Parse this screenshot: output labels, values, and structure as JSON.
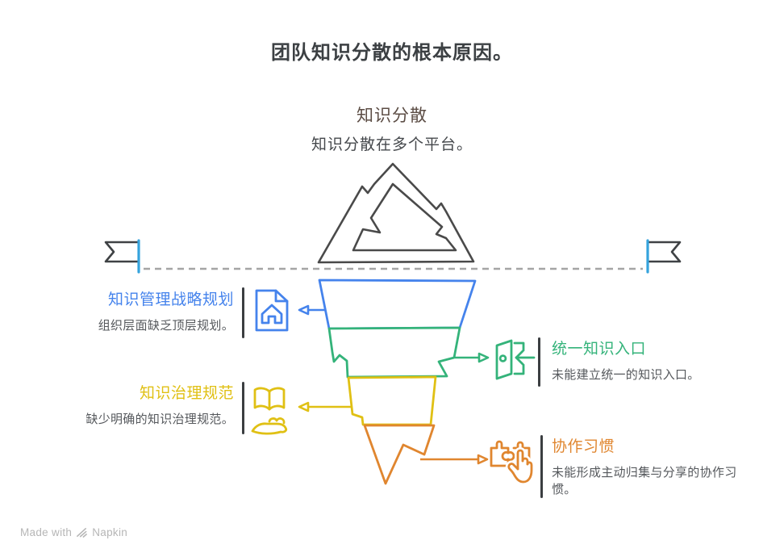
{
  "title": "团队知识分散的根本原因。",
  "summit": {
    "heading": "知识分散",
    "subheading": "知识分散在多个平台。",
    "icon": "mountain-icon"
  },
  "causes": [
    {
      "title": "知识管理战略规划",
      "description": "组织层面缺乏顶层规划。",
      "side": "left",
      "color": "#4583ec",
      "icon": "document-home-icon"
    },
    {
      "title": "统一知识入口",
      "description": "未能建立统一的知识入口。",
      "side": "right",
      "color": "#34b37a",
      "icon": "door-entry-icon"
    },
    {
      "title": "知识治理规范",
      "description": "缺少明确的知识治理规范。",
      "side": "left",
      "color": "#e0c014",
      "icon": "book-hand-icon"
    },
    {
      "title": "协作习惯",
      "description": "未能形成主动归集与分享的协作习惯。",
      "side": "right",
      "color": "#e0862f",
      "icon": "puzzle-hand-icon"
    }
  ],
  "footer": {
    "prefix": "Made with",
    "brand": "Napkin"
  },
  "colors": {
    "title_text": "#3c4043",
    "summit_heading": "#5c4d45",
    "summit_subheading": "#45484c",
    "description_text": "#55585c",
    "divider": "#3b3e41",
    "dashed_waterline": "#a5a5a5",
    "flag_pole": "#35a3dd",
    "flag_outline": "#3f4245",
    "mountain_outline": "#4a4a4a",
    "layer_blue": "#4583ec",
    "layer_green": "#34b37a",
    "layer_yellow": "#e0c014",
    "layer_orange": "#e0862f"
  }
}
